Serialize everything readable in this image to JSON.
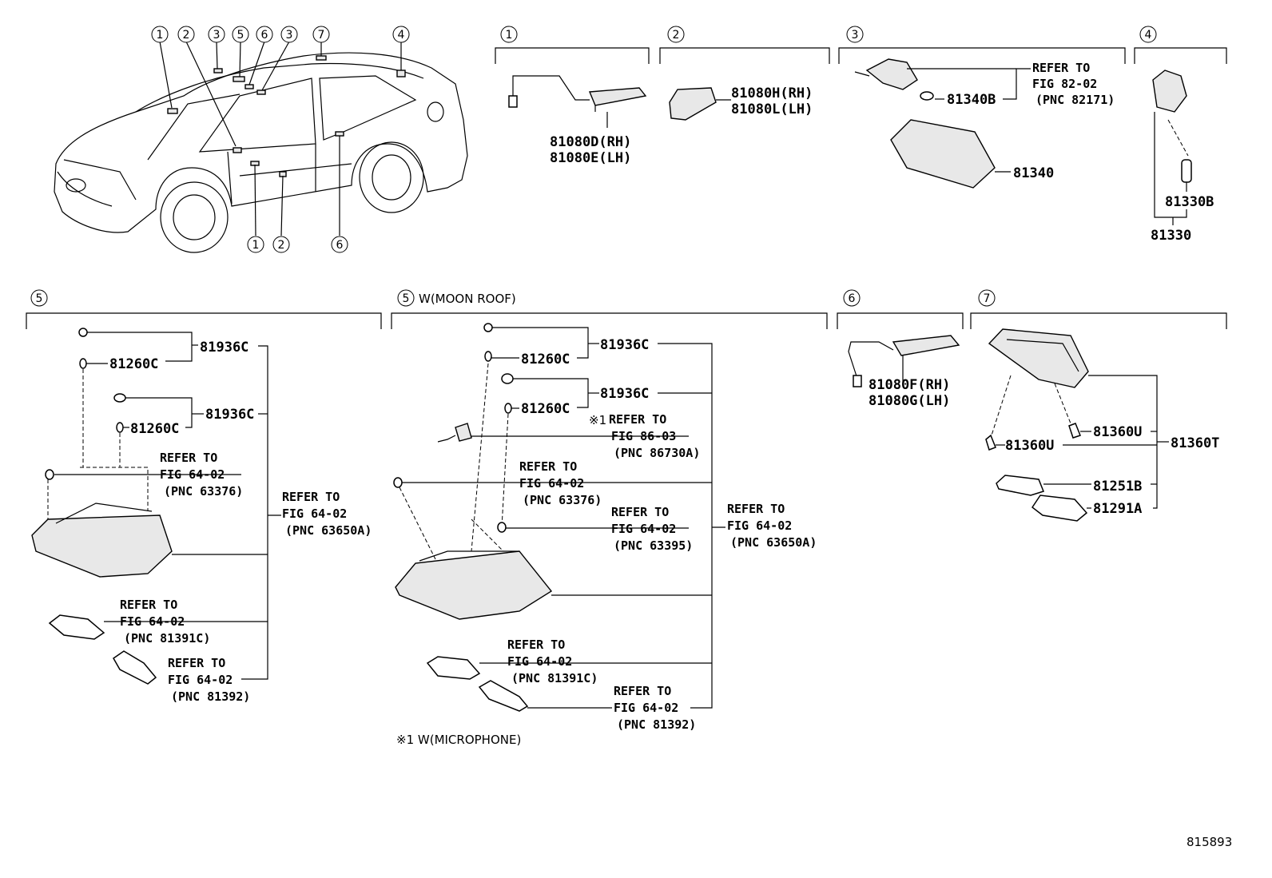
{
  "vehicle_callouts": {
    "top": [
      "1",
      "2",
      "3",
      "5",
      "6",
      "3",
      "7",
      "4"
    ],
    "bottom": [
      "1",
      "2",
      "6"
    ]
  },
  "sec1": {
    "num": "1",
    "parts": [
      "81080D(RH)",
      "81080E(LH)"
    ]
  },
  "sec2": {
    "num": "2",
    "parts": [
      "81080H(RH)",
      "81080L(LH)"
    ]
  },
  "sec3": {
    "num": "3",
    "bulb": "81340B",
    "lamp": "81340",
    "refer": [
      "REFER TO",
      "FIG 82-02",
      "(PNC 82171)"
    ]
  },
  "sec4": {
    "num": "4",
    "bulb": "81330B",
    "lamp": "81330"
  },
  "sec5": {
    "num": "5",
    "p_81936c_a": "81936C",
    "p_81260c_a": "81260C",
    "p_81936c_b": "81936C",
    "p_81260c_b": "81260C",
    "ref_63376": [
      "REFER TO",
      "FIG 64-02",
      "(PNC 63376)"
    ],
    "ref_63650a": [
      "REFER TO",
      "FIG 64-02",
      "(PNC 63650A)"
    ],
    "ref_81391c": [
      "REFER TO",
      "FIG 64-02",
      "(PNC 81391C)"
    ],
    "ref_81392": [
      "REFER TO",
      "FIG 64-02",
      "(PNC 81392)"
    ]
  },
  "sec5m": {
    "num": "5",
    "title": "W(MOON ROOF)",
    "p_81936c_a": "81936C",
    "p_81260c_a": "81260C",
    "p_81936c_b": "81936C",
    "p_81260c_b": "81260C",
    "ref_86730a_mark": "※1",
    "ref_86730a": [
      "REFER TO",
      "FIG 86-03",
      "(PNC 86730A)"
    ],
    "ref_63376": [
      "REFER TO",
      "FIG 64-02",
      "(PNC 63376)"
    ],
    "ref_63395": [
      "REFER TO",
      "FIG 64-02",
      "(PNC 63395)"
    ],
    "ref_63650a": [
      "REFER TO",
      "FIG 64-02",
      "(PNC 63650A)"
    ],
    "ref_81391c": [
      "REFER TO",
      "FIG 64-02",
      "(PNC 81391C)"
    ],
    "ref_81392": [
      "REFER TO",
      "FIG 64-02",
      "(PNC 81392)"
    ],
    "footnote": "※1 W(MICROPHONE)"
  },
  "sec6": {
    "num": "6",
    "parts": [
      "81080F(RH)",
      "81080G(LH)"
    ]
  },
  "sec7": {
    "num": "7",
    "assy": "81360T",
    "bulb_a": "81360U",
    "bulb_b": "81360U",
    "lens_a": "81251B",
    "lens_b": "81291A"
  },
  "figure_id": "815893"
}
